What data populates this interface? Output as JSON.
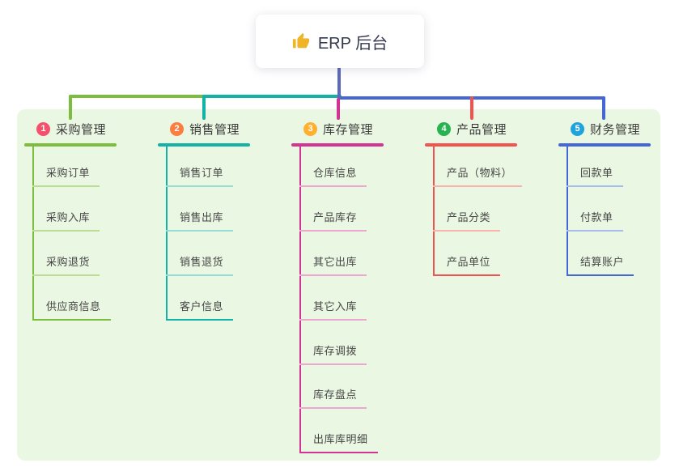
{
  "root": {
    "label": "ERP 后台",
    "icon": "thumbs-up-icon",
    "icon_color": "#f0b429"
  },
  "colors": {
    "root_line": "#5a68c0",
    "panel_bg": "#eaf7e3",
    "root_text": "#333a4d"
  },
  "branches": [
    {
      "number": "1",
      "label": "采购管理",
      "badge_color": "#f4516c",
      "line_color": "#7cbd3f",
      "child_line_color": "#b9dd91",
      "children": [
        "采购订单",
        "采购入库",
        "采购退货",
        "供应商信息"
      ]
    },
    {
      "number": "2",
      "label": "销售管理",
      "badge_color": "#fb7e3f",
      "line_color": "#14b2a5",
      "child_line_color": "#96dcd5",
      "children": [
        "销售订单",
        "销售出库",
        "销售退货",
        "客户信息"
      ]
    },
    {
      "number": "3",
      "label": "库存管理",
      "badge_color": "#ffb02e",
      "line_color": "#d23394",
      "child_line_color": "#eda6cf",
      "children": [
        "仓库信息",
        "产品库存",
        "其它出库",
        "其它入库",
        "库存调拨",
        "库存盘点",
        "出库库明细"
      ]
    },
    {
      "number": "4",
      "label": "产品管理",
      "badge_color": "#27b34f",
      "line_color": "#f25351",
      "child_line_color": "#f8b3ab",
      "children": [
        "产品（物料）",
        "产品分类",
        "产品单位"
      ]
    },
    {
      "number": "5",
      "label": "财务管理",
      "badge_color": "#1ea3dd",
      "line_color": "#4467d5",
      "child_line_color": "#a9bbec",
      "children": [
        "回款单",
        "付款单",
        "结算账户"
      ]
    }
  ]
}
